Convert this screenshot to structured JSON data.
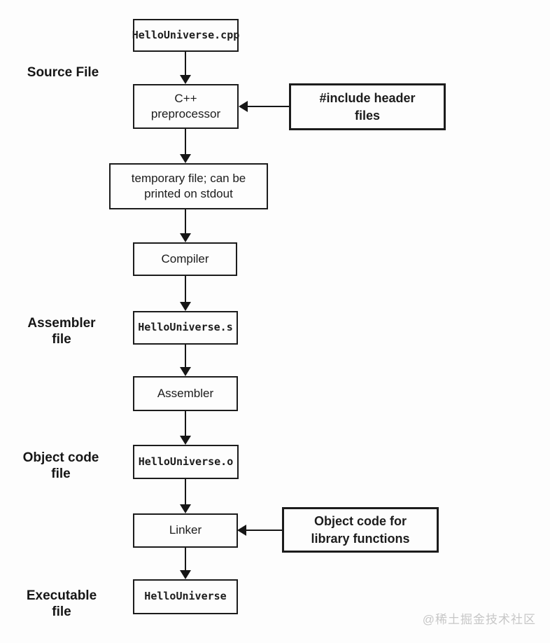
{
  "stage_labels": {
    "source": "Source File",
    "assembler": "Assembler\nfile",
    "object_code": "Object code\nfile",
    "executable": "Executable\nfile"
  },
  "nodes": {
    "source_cpp": "HelloUniverse.cpp",
    "preprocessor": "C++\npreprocessor",
    "temp_file": "temporary file; can be\nprinted on stdout",
    "compiler": "Compiler",
    "assembler_s": "HelloUniverse.s",
    "assembler": "Assembler",
    "object_o": "HelloUniverse.o",
    "linker": "Linker",
    "executable": "HelloUniverse"
  },
  "side_nodes": {
    "include_headers": "#include header\nfiles",
    "object_code_lib": "Object code for\nlibrary functions"
  },
  "watermark": "@稀土掘金技术社区"
}
